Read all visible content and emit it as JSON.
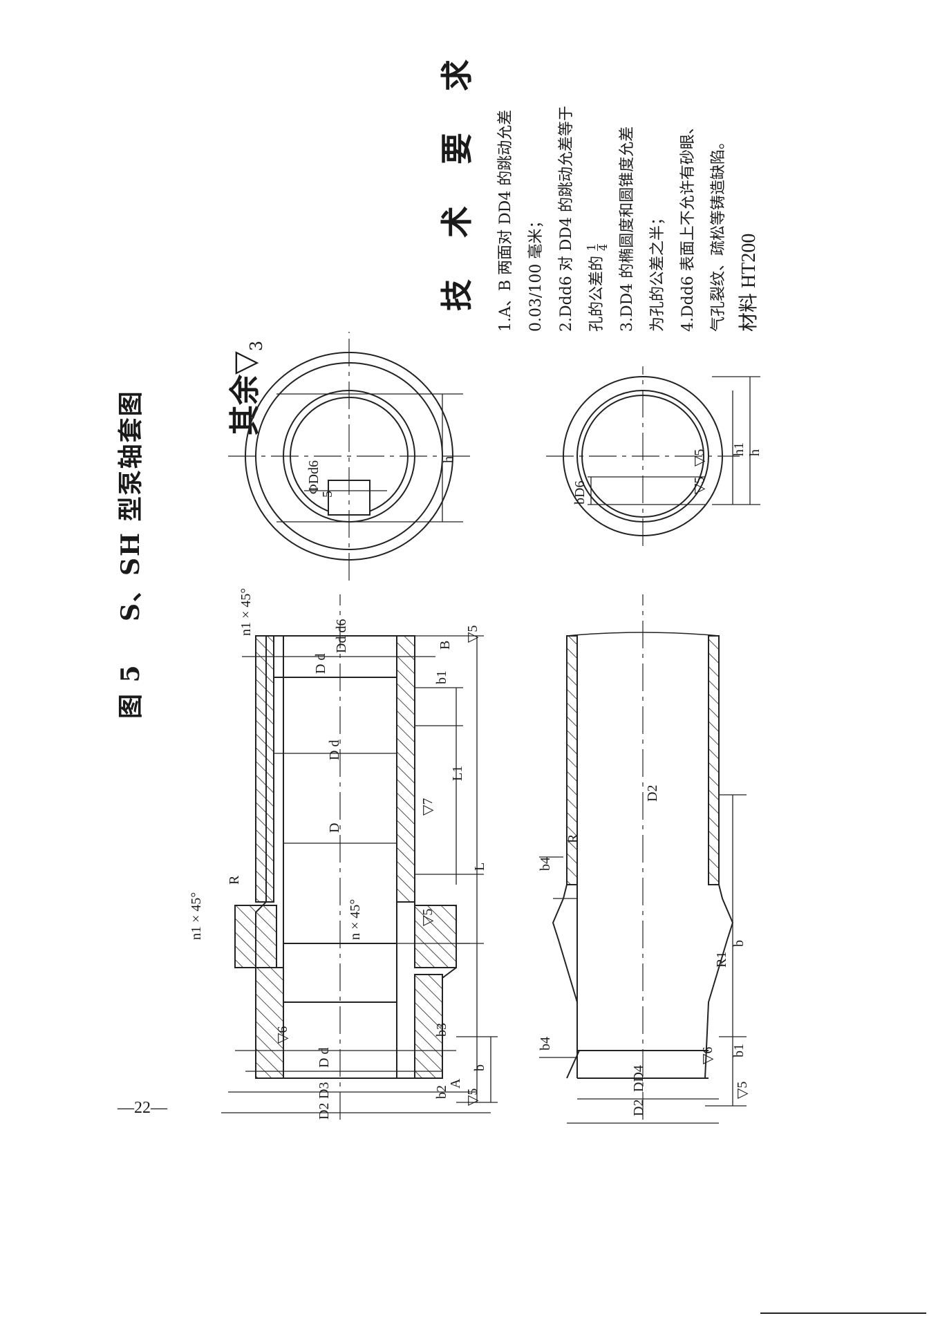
{
  "figure": {
    "number": "图 5",
    "title": "S、SH 型泵轴套图"
  },
  "surface_finish": {
    "label": "其余",
    "symbol": "▽",
    "grade": "3"
  },
  "technical_requirements": {
    "title": "技 术 要 求",
    "items": [
      "1.A、B 两面对 DD4 的跳动允差",
      "0.03/100 毫米；",
      "2.Ddd6 对 DD4 的跳动允差等于",
      "孔的公差的",
      "3.DD4 的椭圆度和圆锥度允差",
      "为孔的公差之半；",
      "4.Ddd6 表面上不允许有砂眼、",
      "气孔裂纹、疏松等铸造缺陷。"
    ],
    "fraction": {
      "numerator": "1",
      "denominator": "4"
    },
    "material": "材料 HT200"
  },
  "labels": {
    "n1x45_top": "n1 × 45°",
    "n1x45_bottom": "n1 × 45°",
    "nx45": "n × 45°",
    "R": "R",
    "B": "B",
    "A": "A",
    "Dd_d6": "Dd d6",
    "D_d1": "D d",
    "D_d2": "D d",
    "D": "D",
    "D_d": "D d",
    "D3": "D3",
    "D2": "D2",
    "b1": "b1",
    "b2": "b2",
    "b3": "b3",
    "b": "b",
    "L1": "L1",
    "L": "L",
    "r5a": "▽5",
    "r5b": "▽5",
    "r6": "▽6",
    "r7": "▽7",
    "r5c": "▽5",
    "h": "h",
    "Dd6_circle": "ΦDd6",
    "s5": "5",
    "bD6": "bD6",
    "h1": "h1",
    "H_lower": "h",
    "D2_lower": "D2",
    "DD4": "DD4",
    "D2_lower2": "D2",
    "b4": "b4",
    "b4_2": "b4",
    "R_lower": "R",
    "R1": "R1",
    "b_lower": "b",
    "b1_lower": "b1",
    "r6_lower": "▽6",
    "r5_lower": "▽5",
    "r5_lower2": "▽5",
    "r5_lower3": "▽5"
  },
  "page_number": "—22—"
}
